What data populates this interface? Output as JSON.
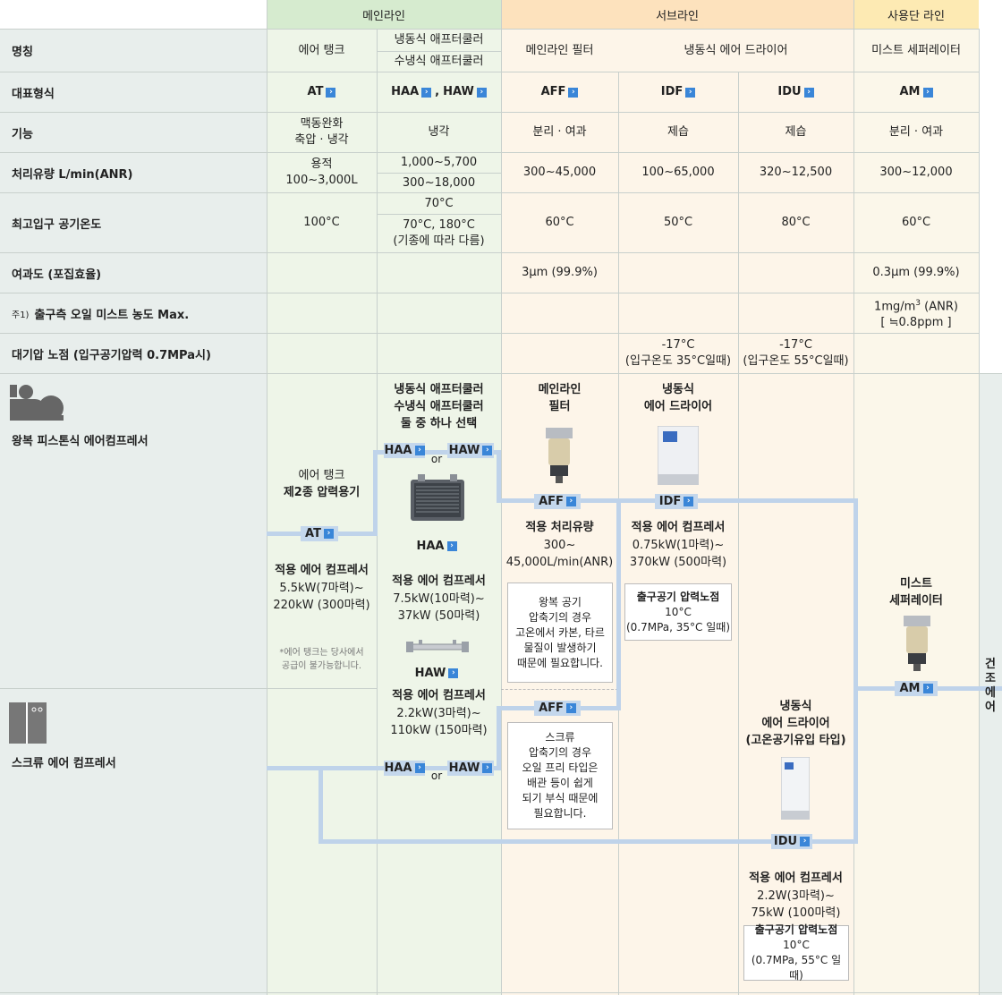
{
  "headers": {
    "main": "메인라인",
    "sub": "서브라인",
    "end": "사용단 라인"
  },
  "rows": {
    "name": "명칭",
    "model": "대표형식",
    "function": "기능",
    "flow": "처리유량 L/min(ANR)",
    "temp": "최고입구 공기온도",
    "filtration": "여과도 (포집효율)",
    "oil": "출구측 오일 미스트 농도 Max.",
    "oil_note": "주1)",
    "dew": "대기압 노점 (입구공기압력 0.7MPa시)"
  },
  "cols": {
    "tank": {
      "name": "에어 탱크",
      "model": "AT",
      "function": "맥동완화\n축압 · 냉각",
      "flow": "용적\n100~3,000L",
      "temp": "100°C"
    },
    "cooler": {
      "name1": "냉동식 애프터쿨러",
      "name2": "수냉식 애프터쿨러",
      "model1": "HAA",
      "model_sep": ",",
      "model2": "HAW",
      "function": "냉각",
      "flow1": "1,000~5,700",
      "flow2": "300~18,000",
      "temp1": "70°C",
      "temp2": "70°C, 180°C\n(기종에 따라 다름)"
    },
    "filter": {
      "name": "메인라인 필터",
      "model": "AFF",
      "function": "분리 · 여과",
      "flow": "300~45,000",
      "temp": "60°C",
      "filtration": "3μm (99.9%)"
    },
    "idf": {
      "name": "냉동식 에어 드라이어",
      "model": "IDF",
      "function": "제습",
      "flow": "100~65,000",
      "temp": "50°C",
      "dew": "-17°C\n(입구온도 35°C일때)"
    },
    "idu": {
      "model": "IDU",
      "function": "제습",
      "flow": "320~12,500",
      "temp": "80°C",
      "dew": "-17°C\n(입구온도 55°C일때)"
    },
    "am": {
      "name": "미스트 세퍼레이터",
      "model": "AM",
      "function": "분리 · 여과",
      "flow": "300~12,000",
      "temp": "60°C",
      "filtration": "0.3μm (99.9%)",
      "oil1": "1mg/m",
      "oil_sup": "3",
      "oil1b": " (ANR)",
      "oil2": "[ ≒0.8ppm ]"
    }
  },
  "flow": {
    "piston": "왕복 피스톤식 에어컴프레서",
    "screw": "스크류 에어 컴프레서",
    "tank_title1": "에어 탱크",
    "tank_title2": "제2종 압력용기",
    "tank_comp_title": "적용 에어 컴프레서",
    "tank_comp": "5.5kW(7마력)~\n220kW (300마력)",
    "tank_note": "*에어 탱크는 당사에서\n공급이 불가능합니다.",
    "cooler_title": "냉동식 애프터쿨러\n수냉식 애프터쿨러\n둘 중 하나 선택",
    "or": "or",
    "haa_comp_title": "적용 에어 컴프레서",
    "haa_comp": "7.5kW(10마력)~\n37kW (50마력)",
    "haw_comp_title": "적용 에어 컴프레서",
    "haw_comp": "2.2kW(3마력)~\n110kW (150마력)",
    "filter_title": "메인라인\n필터",
    "filter_flow_title": "적용 처리유량",
    "filter_flow": "300~\n45,000L/min(ANR)",
    "filter_note1": "왕복 공기\n압축기의 경우\n고온에서 카본, 타르\n물질이  발생하기\n때문에 필요합니다.",
    "filter_note2": "스크류\n압축기의 경우\n오일 프리 타입은\n배관 등이  쉽게\n되기 부식 때문에\n필요합니다.",
    "idf_title": "냉동식\n에어 드라이어",
    "idf_comp_title": "적용 에어 컴프레서",
    "idf_comp": "0.75kW(1마력)~\n370kW  (500마력)",
    "idf_dew_title": "출구공기 압력노점",
    "idf_dew": "10°C\n(0.7MPa, 35°C 일때)",
    "idu_title": "냉동식\n에어 드라이어\n(고온공기유입 타입)",
    "idu_comp_title": "적용 에어 컴프레서",
    "idu_comp": "2.2W(3마력)~\n75kW  (100마력)",
    "idu_dew_title": "출구공기 압력노점",
    "idu_dew": "10°C\n(0.7MPa, 55°C 일때)",
    "am_title": "미스트\n세퍼레이터",
    "dry_air": "건조에어"
  }
}
